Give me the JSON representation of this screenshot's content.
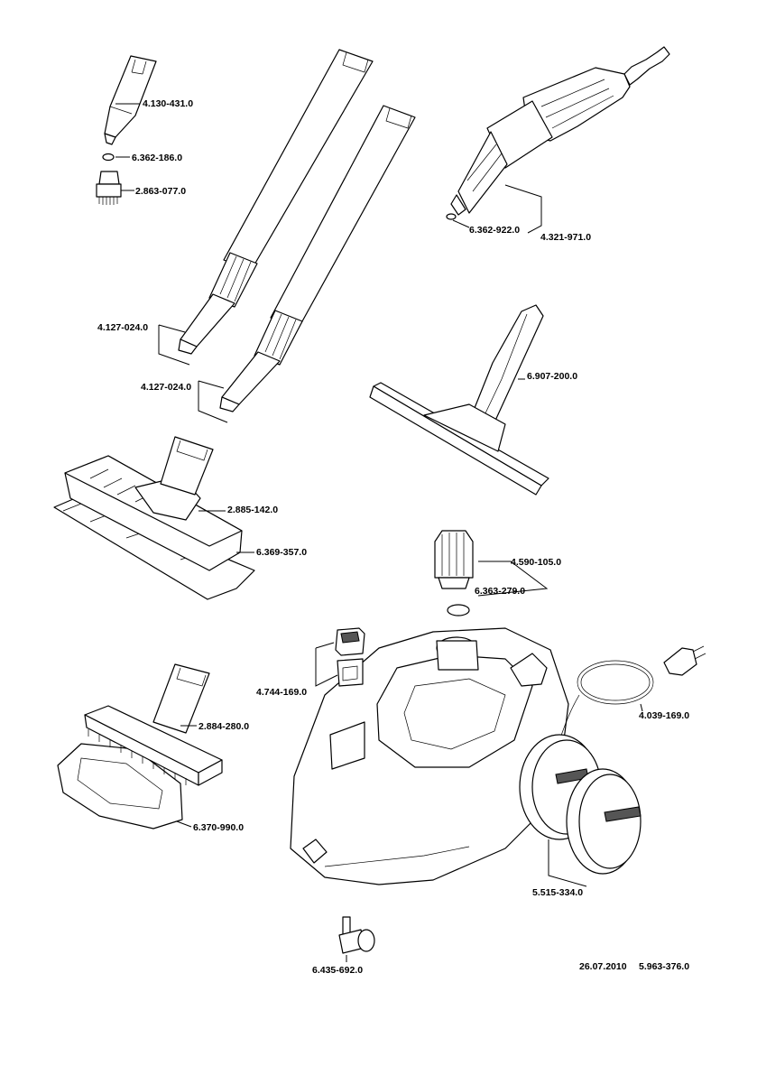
{
  "parts": [
    {
      "id": "nozzle",
      "number": "4.130-431.0"
    },
    {
      "id": "nozzle-oring",
      "number": "6.362-186.0"
    },
    {
      "id": "round-brush",
      "number": "2.863-077.0"
    },
    {
      "id": "gun-oring",
      "number": "6.362-922.0"
    },
    {
      "id": "steam-gun",
      "number": "4.321-971.0"
    },
    {
      "id": "extension-tube-1",
      "number": "4.127-024.0"
    },
    {
      "id": "extension-tube-2",
      "number": "4.127-024.0"
    },
    {
      "id": "window-squeegee",
      "number": "6.907-200.0"
    },
    {
      "id": "floor-nozzle",
      "number": "2.885-142.0"
    },
    {
      "id": "floor-cloth",
      "number": "6.369-357.0"
    },
    {
      "id": "safety-cap",
      "number": "4.590-105.0"
    },
    {
      "id": "cap-seal",
      "number": "6.363-279.0"
    },
    {
      "id": "switch",
      "number": "4.744-169.0"
    },
    {
      "id": "power-cord",
      "number": "4.039-169.0"
    },
    {
      "id": "hand-nozzle",
      "number": "2.884-280.0"
    },
    {
      "id": "terry-cover",
      "number": "6.370-990.0"
    },
    {
      "id": "wheel",
      "number": "5.515-334.0"
    },
    {
      "id": "castor",
      "number": "6.435-692.0"
    }
  ],
  "footer": {
    "date": "26.07.2010",
    "drawing_number": "5.963-376.0"
  }
}
